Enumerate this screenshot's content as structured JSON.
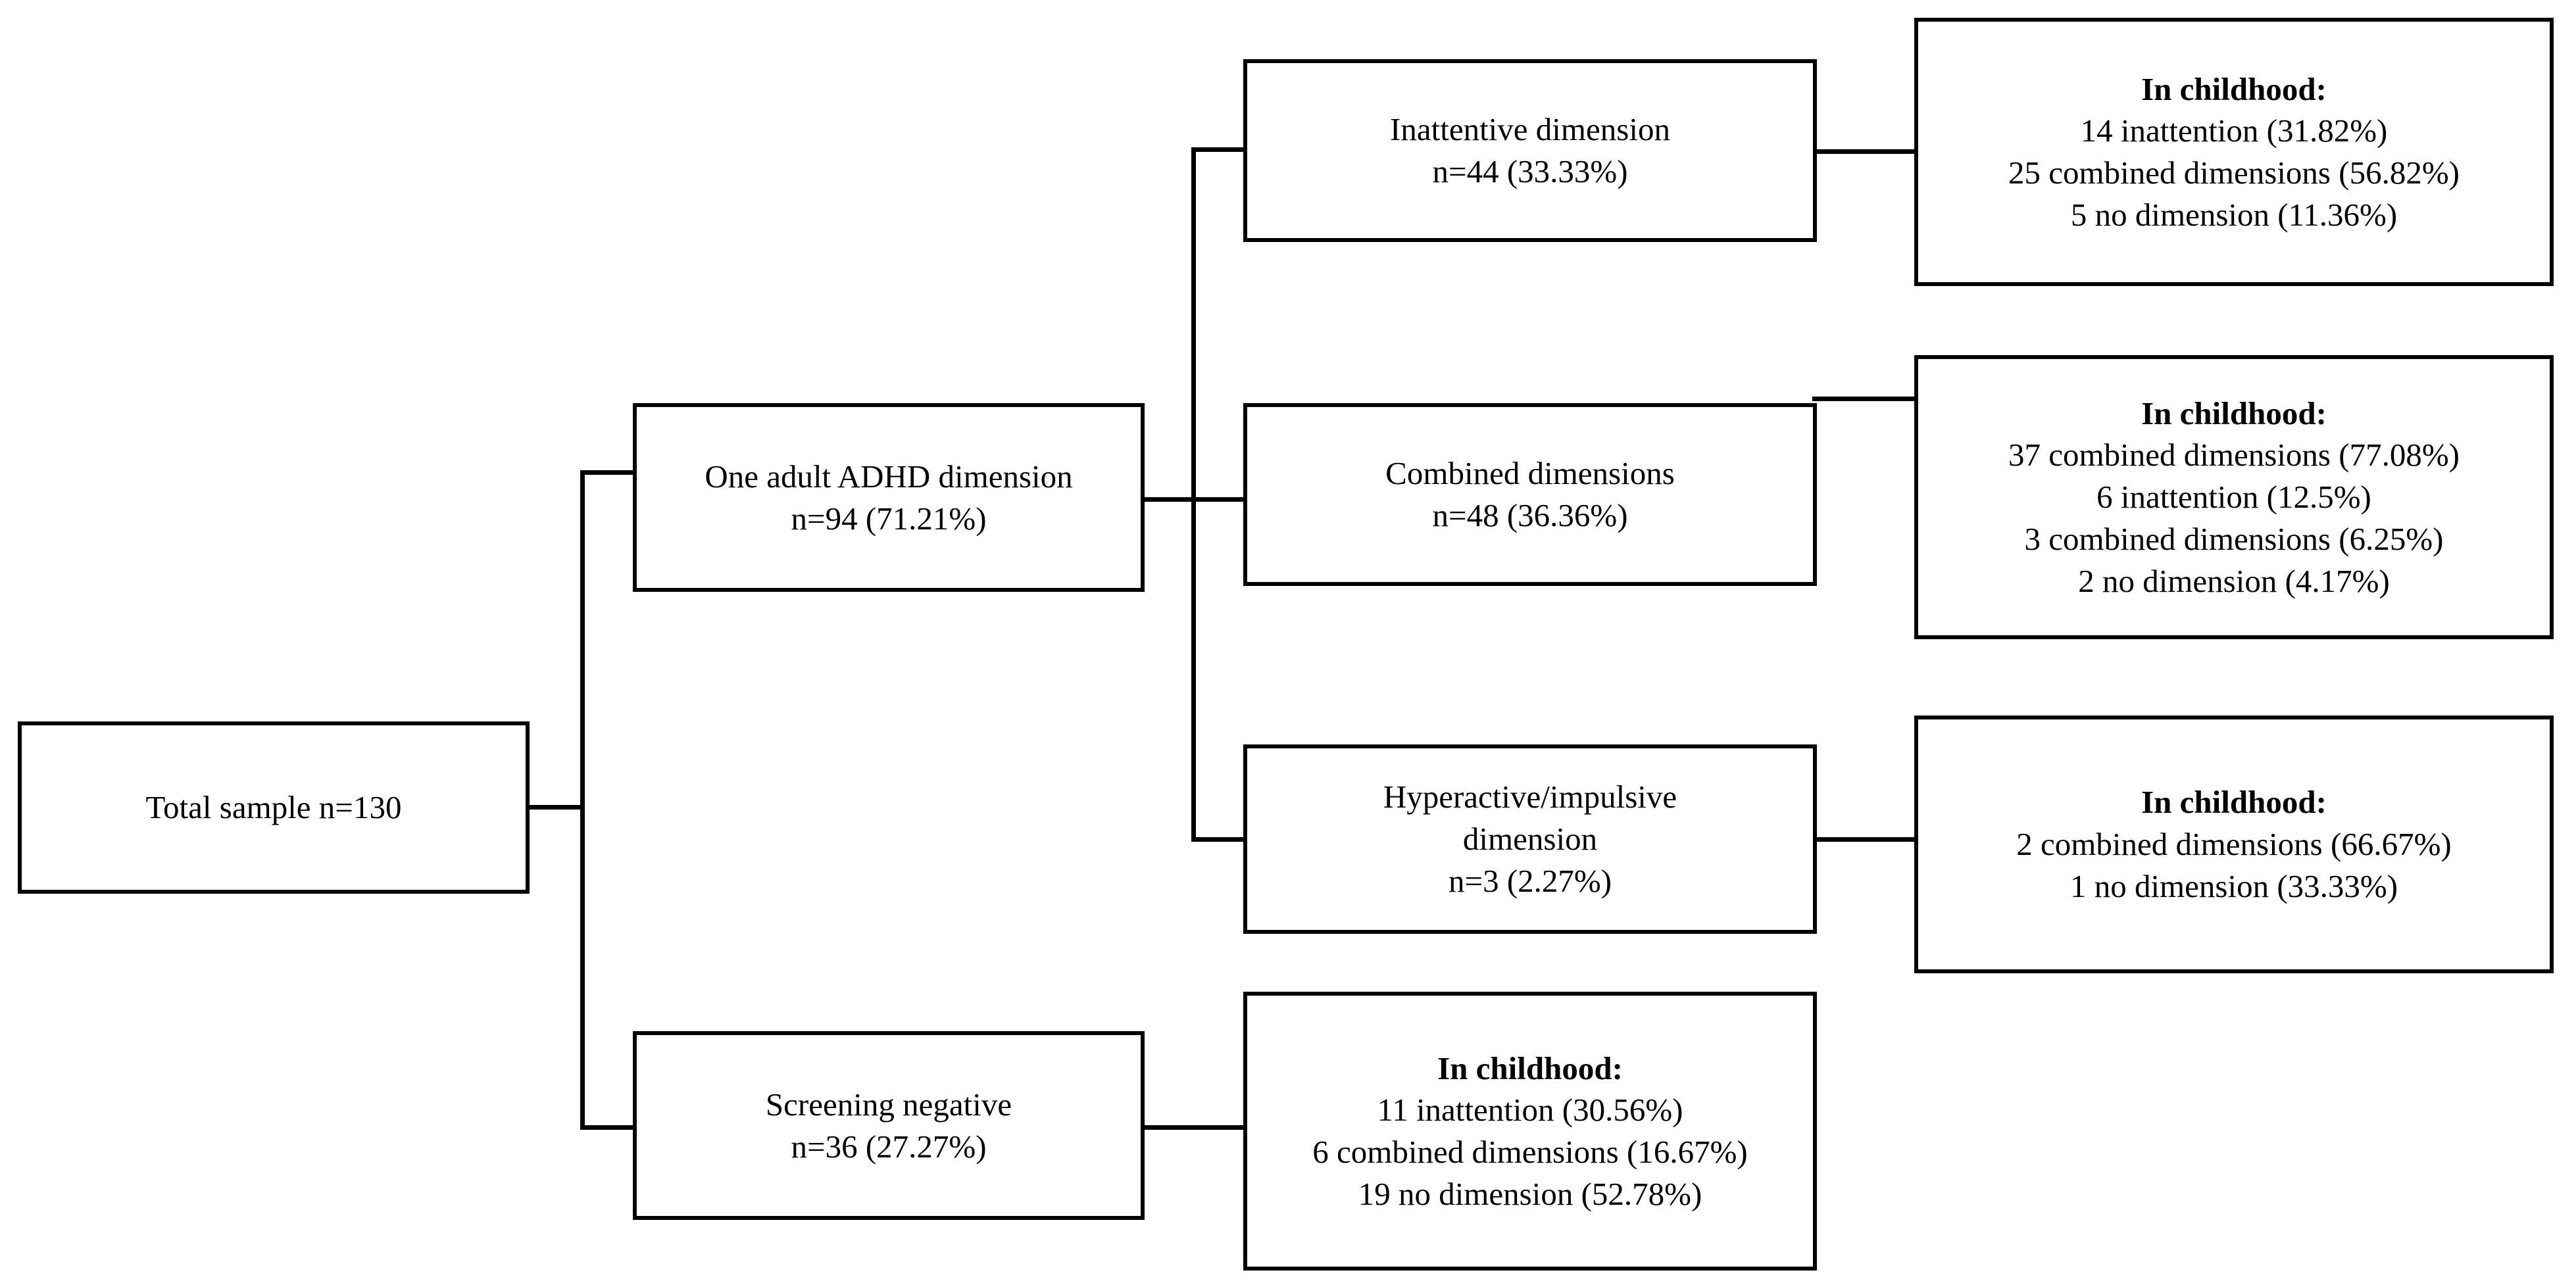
{
  "diagram": {
    "type": "flowchart",
    "title": "ADHD screening sample flow",
    "orientation": "left-to-right",
    "line_color": "#000000",
    "box_border_color": "#000000",
    "box_fill_color": "#ffffff",
    "background_color": "#ffffff"
  },
  "nodes": {
    "total_sample": {
      "id": "total-sample",
      "lines": [
        "Total sample n=130"
      ]
    },
    "one_dimension": {
      "id": "one-adult-adhd-dimension",
      "lines": [
        "One adult ADHD dimension",
        "n=94 (71.21%)"
      ],
      "n": 94,
      "percent": "71.21%"
    },
    "screening_negative": {
      "id": "screening-negative",
      "lines": [
        "Screening negative",
        "n=36 (27.27%)"
      ],
      "n": 36,
      "percent": "27.27%"
    },
    "inattentive": {
      "id": "inattentive-dimension",
      "lines": [
        "Inattentive dimension",
        "n=44 (33.33%)"
      ],
      "n": 44,
      "percent": "33.33%"
    },
    "combined": {
      "id": "combined-dimensions",
      "lines": [
        "Combined dimensions",
        "n=48 (36.36%)"
      ],
      "n": 48,
      "percent": "36.36%"
    },
    "hyperactive": {
      "id": "hyperactive-impulsive-dimension",
      "lines": [
        "Hyperactive/impulsive",
        "dimension",
        "n=3 (2.27%)"
      ],
      "n": 3,
      "percent": "2.27%"
    },
    "childhood_inattentive": {
      "id": "childhood-outcome-inattentive",
      "heading": "In childhood:",
      "lines": [
        "14 inattention (31.82%)",
        "25 combined dimensions (56.82%)",
        "5 no dimension (11.36%)"
      ]
    },
    "childhood_combined": {
      "id": "childhood-outcome-combined",
      "heading": "In childhood:",
      "lines": [
        "37 combined dimensions (77.08%)",
        "6 inattention (12.5%)",
        "3 combined dimensions (6.25%)",
        "2 no dimension (4.17%)"
      ]
    },
    "childhood_hyperactive": {
      "id": "childhood-outcome-hyperactive",
      "heading": "In childhood:",
      "lines": [
        "2 combined dimensions (66.67%)",
        "1 no dimension (33.33%)"
      ]
    },
    "childhood_screening_negative": {
      "id": "childhood-outcome-screening-negative",
      "heading": "In childhood:",
      "lines": [
        "11 inattention (30.56%)",
        "6 combined dimensions (16.67%)",
        "19 no dimension (52.78%)"
      ]
    }
  }
}
